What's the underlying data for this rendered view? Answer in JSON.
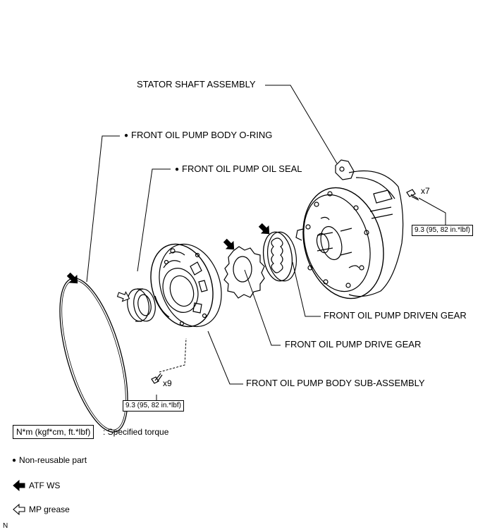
{
  "labels": {
    "stator_shaft": "STATOR SHAFT ASSEMBLY",
    "oring": "FRONT OIL PUMP BODY O-RING",
    "oil_seal": "FRONT OIL PUMP OIL SEAL",
    "driven_gear": "FRONT OIL PUMP DRIVEN GEAR",
    "drive_gear": "FRONT OIL PUMP DRIVE GEAR",
    "body_sub": "FRONT OIL PUMP BODY SUB-ASSEMBLY"
  },
  "symbols": {
    "non_reusable_dot": "●"
  },
  "fasteners": {
    "upper_qty": "x7",
    "upper_torque": "9.3 (95, 82 in.*lbf)",
    "lower_qty": "x9",
    "lower_torque": "9.3 (95, 82 in.*lbf)"
  },
  "legend": {
    "torque_units": "N*m (kgf*cm, ft.*lbf)",
    "torque_desc": ": Specified torque",
    "non_reusable": "Non-reusable part",
    "atf": "ATF WS",
    "mp_grease": "MP grease"
  },
  "corner_mark": "N",
  "icons": {
    "filled_arrow": "filled-arrow-icon",
    "hollow_arrow": "hollow-arrow-icon",
    "bullet": "bullet-dot-icon",
    "bolt": "bolt-icon"
  }
}
